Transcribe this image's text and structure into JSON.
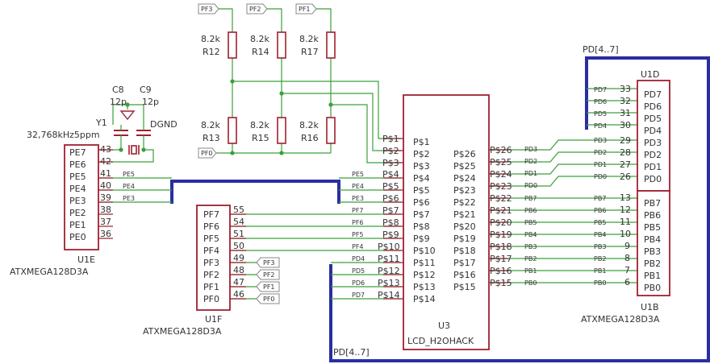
{
  "resistors": [
    {
      "value": "8.2k",
      "ref": "R12"
    },
    {
      "value": "8.2k",
      "ref": "R14"
    },
    {
      "value": "8.2k",
      "ref": "R17"
    },
    {
      "value": "8.2k",
      "ref": "R13"
    },
    {
      "value": "8.2k",
      "ref": "R15"
    },
    {
      "value": "8.2k",
      "ref": "R16"
    }
  ],
  "top_ports": [
    "PF3",
    "PF2",
    "PF1"
  ],
  "pf0_port": "PF0",
  "capacitors": {
    "c8_ref": "C8",
    "c8_value": "12p",
    "c9_ref": "C9",
    "c9_value": "12p",
    "ground": "DGND"
  },
  "crystal": {
    "ref": "Y1",
    "value": "32,768kHz5ppm"
  },
  "u1e": {
    "pins": [
      {
        "name": "PE7",
        "num": "43"
      },
      {
        "name": "PE6",
        "num": "42"
      },
      {
        "name": "PE5",
        "num": "41"
      },
      {
        "name": "PE4",
        "num": "40"
      },
      {
        "name": "PE3",
        "num": "39"
      },
      {
        "name": "PE2",
        "num": "38"
      },
      {
        "name": "PE1",
        "num": "37"
      },
      {
        "name": "PE0",
        "num": "36"
      }
    ],
    "ref": "U1E",
    "part": "ATXMEGA128D3A",
    "nets": [
      "PE5",
      "PE4",
      "PE3"
    ]
  },
  "u1f": {
    "pins": [
      {
        "name": "PF7",
        "num": "55"
      },
      {
        "name": "PF6",
        "num": "54"
      },
      {
        "name": "PF5",
        "num": "51"
      },
      {
        "name": "PF4",
        "num": "50"
      },
      {
        "name": "PF3",
        "num": "49"
      },
      {
        "name": "PF2",
        "num": "48"
      },
      {
        "name": "PF1",
        "num": "47"
      },
      {
        "name": "PF0",
        "num": "46"
      }
    ],
    "ports": [
      "PF3",
      "PF2",
      "PF1",
      "PF0"
    ],
    "ref": "U1F",
    "part": "ATXMEGA128D3A"
  },
  "u3": {
    "left_pins": [
      "P$1",
      "P$2",
      "P$3",
      "P$4",
      "P$5",
      "P$6",
      "P$7",
      "P$8",
      "P$9",
      "P$10",
      "P$11",
      "P$12",
      "P$13",
      "P$14"
    ],
    "left_ext": [
      "P$1",
      "P$2",
      "P$3",
      "P$4",
      "P$5",
      "P$6",
      "P$7",
      "P$8",
      "P$9",
      "P$10",
      "P$11",
      "P$12",
      "P$13",
      "P$14"
    ],
    "left_nets": [
      "",
      "",
      "",
      "PE5",
      "PE4",
      "PE3",
      "PF7",
      "PF6",
      "PF5",
      "PF4",
      "PD4",
      "PD5",
      "PD6",
      "PD7"
    ],
    "right_pins": [
      "P$26",
      "P$25",
      "P$24",
      "P$23",
      "P$22",
      "P$21",
      "P$20",
      "P$19",
      "P$18",
      "P$17",
      "P$16",
      "P$15"
    ],
    "right_ext": [
      "P$26",
      "P$25",
      "P$24",
      "P$23",
      "P$22",
      "P$21",
      "P$20",
      "P$19",
      "P$18",
      "P$17",
      "P$16",
      "P$15"
    ],
    "right_nets": [
      "PD3",
      "PD2",
      "PD1",
      "PD0",
      "PB7",
      "PB6",
      "PB5",
      "PB4",
      "PB3",
      "PB2",
      "PB1",
      "PB0"
    ],
    "ref": "U3",
    "part": "LCD_H2OHACK"
  },
  "u1d": {
    "pins": [
      {
        "name": "PD7",
        "num": "33"
      },
      {
        "name": "PD6",
        "num": "32"
      },
      {
        "name": "PD5",
        "num": "31"
      },
      {
        "name": "PD4",
        "num": "30"
      },
      {
        "name": "PD3",
        "num": "29"
      },
      {
        "name": "PD2",
        "num": "28"
      },
      {
        "name": "PD1",
        "num": "27"
      },
      {
        "name": "PD0",
        "num": "26"
      }
    ],
    "nets": [
      "PD7",
      "PD6",
      "PD5",
      "PD4",
      "PD3",
      "PD2",
      "PD1",
      "PD0"
    ],
    "ref": "U1D"
  },
  "u1b": {
    "pins": [
      {
        "name": "PB7",
        "num": "13"
      },
      {
        "name": "PB6",
        "num": "12"
      },
      {
        "name": "PB5",
        "num": "11"
      },
      {
        "name": "PB4",
        "num": "10"
      },
      {
        "name": "PB3",
        "num": "9"
      },
      {
        "name": "PB2",
        "num": "8"
      },
      {
        "name": "PB1",
        "num": "7"
      },
      {
        "name": "PB0",
        "num": "6"
      }
    ],
    "nets": [
      "PB7",
      "PB6",
      "PB5",
      "PB4",
      "PB3",
      "PB2",
      "PB1",
      "PB0"
    ],
    "ref": "U1B",
    "part": "ATXMEGA128D3A"
  },
  "bus_labels": {
    "top": "PD[4..7]",
    "bottom": "PD[4..7]"
  }
}
